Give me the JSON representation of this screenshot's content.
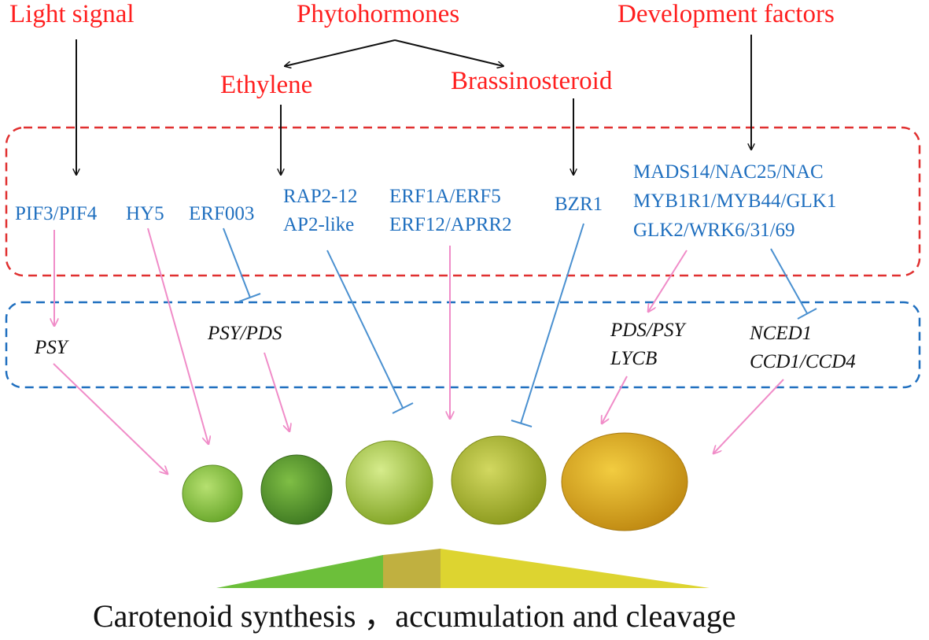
{
  "top_factors": {
    "light": "Light signal",
    "phyto": "Phytohormones",
    "dev": "Development  factors",
    "ethylene": "Ethylene",
    "brassinosteroid": "Brassinosteroid"
  },
  "regulators": {
    "pif": "PIF3/PIF4",
    "hy5": "HY5",
    "erf003": "ERF003",
    "rap_1": "RAP2-12",
    "rap_2": "AP2-like",
    "erf1a_1": "ERF1A/ERF5",
    "erf1a_2": "ERF12/APRR2",
    "bzr1": "BZR1",
    "dev_1": "MADS14/NAC25/NAC",
    "dev_2": "MYB1R1/MYB44/GLK1",
    "dev_3": "GLK2/WRK6/31/69"
  },
  "genes": {
    "psy": "PSY",
    "psy_pds": "PSY/PDS",
    "pds_psy_1": "PDS/PSY",
    "pds_psy_2": "LYCB",
    "nced_1": "NCED1",
    "nced_2": "CCD1/CCD4"
  },
  "caption": "Carotenoid synthesis ，accumulation and cleavage",
  "colors": {
    "red_box": "#e03030",
    "blue_box": "#1f6fbf",
    "activation_arrow": "#f08cc8",
    "inhibition_line": "#4a90d0",
    "signal_arrow": "#111111",
    "gradient_green": "#6cbf3a",
    "gradient_olive": "#c0b040",
    "gradient_yellow": "#ddd430"
  },
  "fruits": [
    {
      "stage": 1,
      "color": "#8cc840"
    },
    {
      "stage": 2,
      "color": "#5fa030"
    },
    {
      "stage": 3,
      "color": "#a8cc3c"
    },
    {
      "stage": 4,
      "color": "#b8c228"
    },
    {
      "stage": 5,
      "color": "#dcb020"
    }
  ]
}
